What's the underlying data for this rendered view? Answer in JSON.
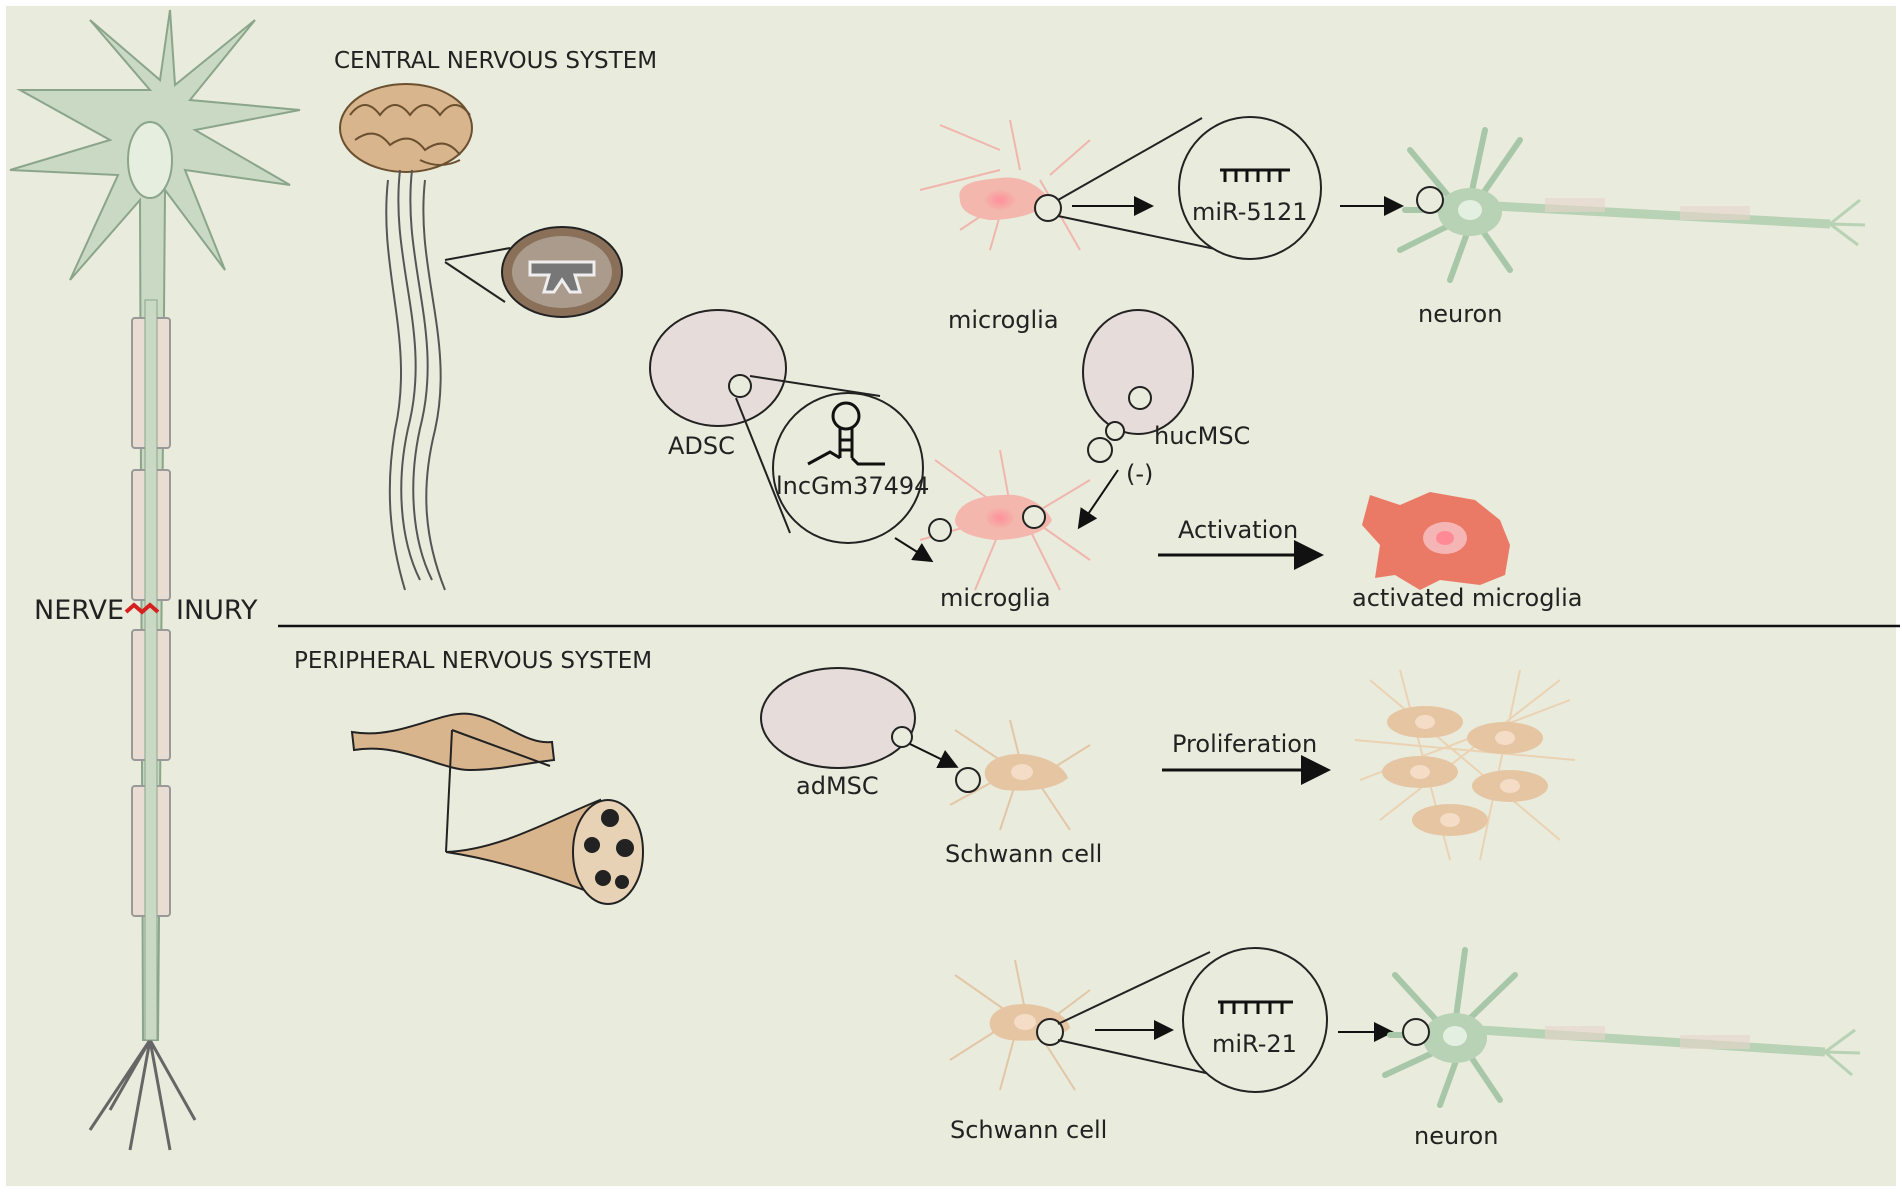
{
  "colors": {
    "background": "#e9ebdc",
    "neuron_green": "#c9d9c3",
    "neuron_outline": "#8aa58a",
    "microglia_pink": "#f3b7ad",
    "activated_red": "#ea7a66",
    "schwann_tan": "#e6c5a3",
    "msc_pink": "#e6dcda",
    "brain_tan": "#d9b58e",
    "injury_red": "#d62020"
  },
  "nerve_injury": {
    "left": "NERVE",
    "right": "INURY"
  },
  "cns": {
    "title": "CENTRAL NERVOUS SYSTEM",
    "microglia_label": "microglia",
    "mirna": "miR-5121",
    "neuron_label": "neuron",
    "adsc_label": "ADSC",
    "lncrna": "lncGm37494",
    "hucmsc_label": "hucMSC",
    "inhibition": "(-)",
    "microglia2_label": "microglia",
    "activation_label": "Activation",
    "activated_label": "activated microglia"
  },
  "pns": {
    "title": "PERIPHERAL NERVOUS SYSTEM",
    "admsc_label": "adMSC",
    "schwann_label": "Schwann cell",
    "proliferation_label": "Proliferation",
    "schwann2_label": "Schwann cell",
    "mirna": "miR-21",
    "neuron_label": "neuron"
  }
}
